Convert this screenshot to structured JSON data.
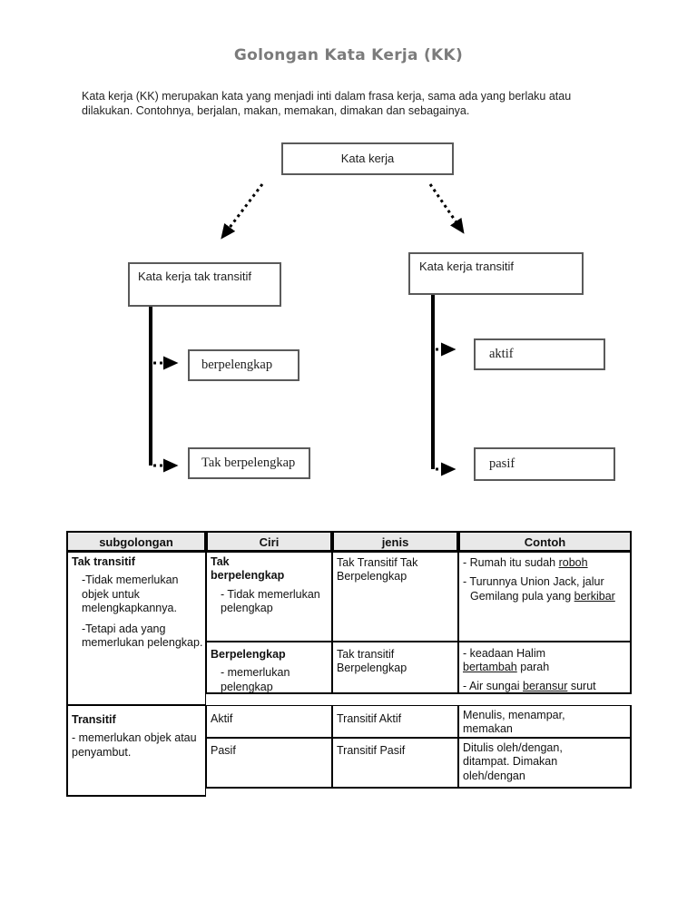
{
  "page": {
    "title": "Golongan Kata Kerja (KK)",
    "intro": "Kata kerja (KK) merupakan kata yang menjadi inti dalam frasa kerja, sama ada yang berlaku atau dilakukan. Contohnya, berjalan, makan, memakan, dimakan dan sebagainya."
  },
  "diagram": {
    "root_label": "Kata kerja",
    "left_parent_label": "Kata kerja tak transitif",
    "right_parent_label": "Kata kerja transitif",
    "left_child1_label": "berpelengkap",
    "left_child2_label": "Tak berpelengkap",
    "right_child1_label": "aktif",
    "right_child2_label": "pasif"
  },
  "table": {
    "headers": [
      "subgolongan",
      "Ciri",
      "jenis",
      "Contoh"
    ],
    "subgolongan": {
      "tak_transitif_title": "Tak transitif",
      "tak_transitif_points": [
        "-Tidak memerlukan objek untuk melengkapkannya.",
        "-Tetapi ada yang memerlukan pelengkap."
      ],
      "transitif_title": "Transitif",
      "transitif_point": "- memerlukan objek atau penyambut."
    },
    "ciri": {
      "row1_title": "Tak berpelengkap",
      "row1_desc": "- Tidak memerlukan pelengkap",
      "row2_title": "Berpelengkap",
      "row2_desc": "- memerlukan pelengkap",
      "row3": "Aktif",
      "row4": "Pasif"
    },
    "jenis": {
      "row1": "Tak Transitif Tak Berpelengkap",
      "row2": "Tak transitif Berpelengkap",
      "row3": "Transitif Aktif",
      "row4": "Transitif Pasif"
    },
    "contoh": {
      "row1_item1_pre": "- Rumah itu sudah ",
      "row1_item1_u": "roboh",
      "row1_item2_pre": "- Turunnya Union Jack, jalur Gemilang pula yang ",
      "row1_item2_u": "berkibar",
      "row2_item1_pre": " - keadaan Halim ",
      "row2_item1_u": "bertambah",
      "row2_item1_post": "  parah",
      "row2_item2_pre": "- Air sungai ",
      "row2_item2_u": "beransur",
      "row2_item2_post": " surut",
      "row3": "Menulis, menampar, memakan",
      "row4": "Ditulis oleh/dengan, ditampat. Dimakan oleh/dengan"
    }
  }
}
